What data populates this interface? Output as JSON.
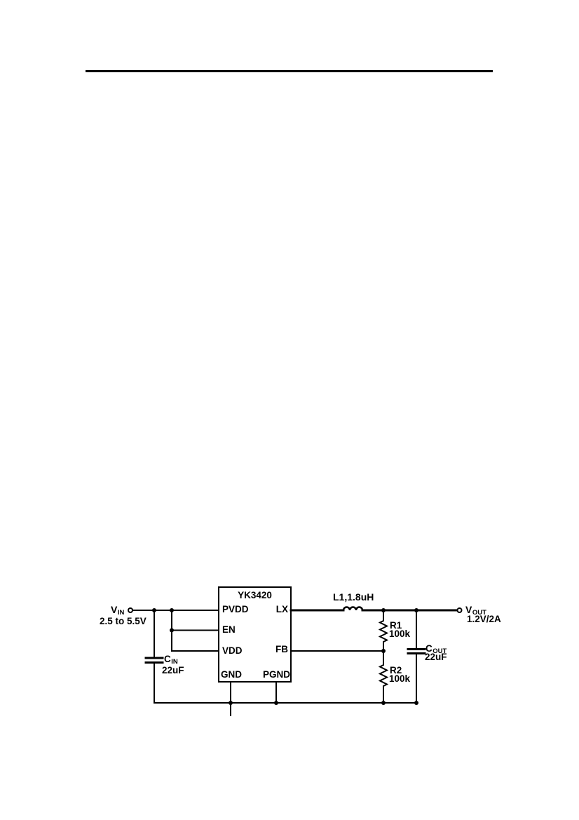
{
  "page": {
    "background_color": "#ffffff",
    "ink_color": "#000000"
  },
  "schematic": {
    "input": {
      "symbol": "V",
      "symbol_sub": "IN",
      "range": "2.5 to 5.5V"
    },
    "cin": {
      "symbol": "C",
      "symbol_sub": "IN",
      "value": "22uF"
    },
    "chip": {
      "name": "YK3420",
      "pins": {
        "pvdd": "PVDD",
        "en": "EN",
        "vdd": "VDD",
        "gnd": "GND",
        "lx": "LX",
        "fb": "FB",
        "pgnd": "PGND"
      }
    },
    "inductor": {
      "label": "L1,1.8uH"
    },
    "r1": {
      "label": "R1",
      "value": "100k"
    },
    "r2": {
      "label": "R2",
      "value": "100k"
    },
    "cout": {
      "symbol": "C",
      "symbol_sub": "OUT",
      "value": "22uF"
    },
    "output": {
      "symbol": "V",
      "symbol_sub": "OUT",
      "value": "1.2V/2A"
    }
  }
}
